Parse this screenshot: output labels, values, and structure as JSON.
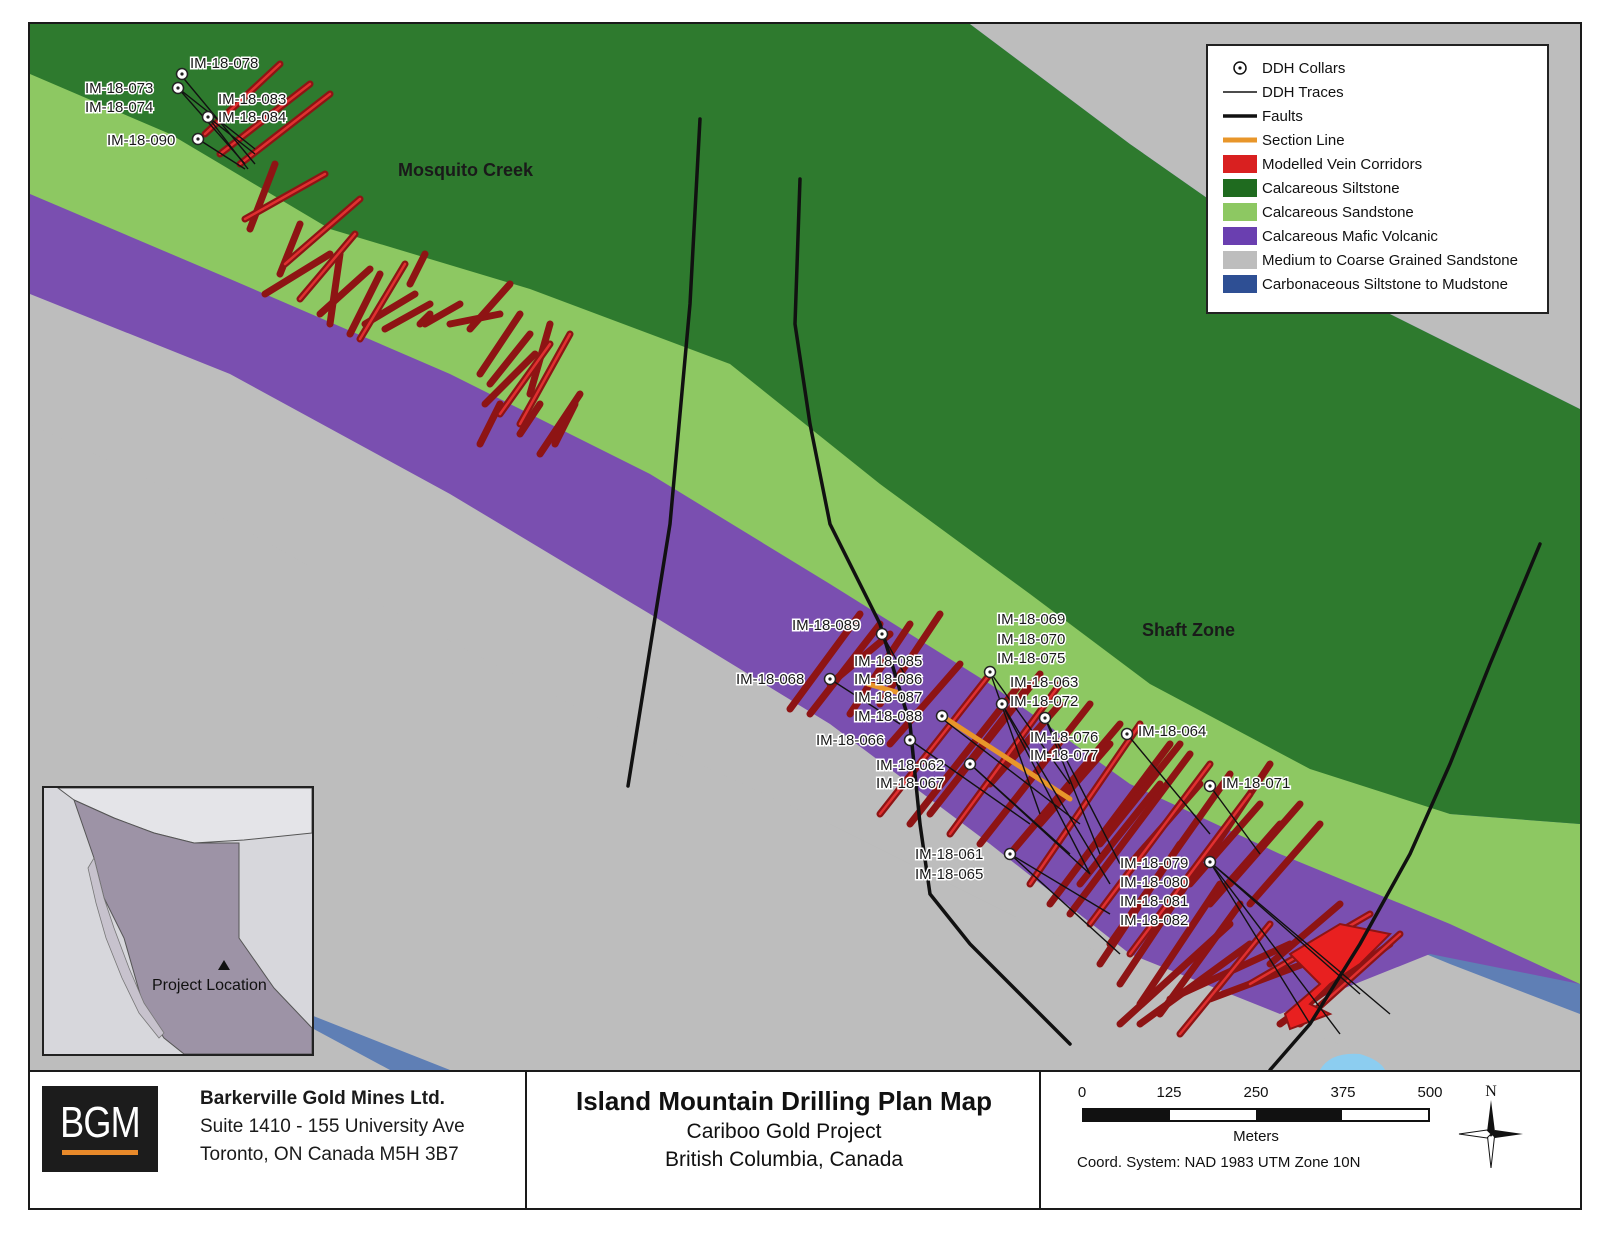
{
  "colors": {
    "calc_siltstone": "#2e7a2e",
    "calc_sandstone": "#8dc862",
    "mafic_volcanic": "#7a4fb0",
    "med_coarse_sandstone": "#bdbdbd",
    "carb_siltstone": "#5f7fb5",
    "vein": "#b01a1a",
    "vein_core": "#e03030",
    "fault": "#111111",
    "section_line": "#e8962a",
    "water": "#8ccdf0",
    "inset_bc": "#9d93a6",
    "inset_other": "#d7d7dc"
  },
  "map": {
    "area_labels": {
      "mosquito_creek": "Mosquito Creek",
      "shaft_zone": "Shaft Zone"
    },
    "collar_labels": [
      "IM-18-078",
      "IM-18-073",
      "IM-18-074",
      "IM-18-083",
      "IM-18-084",
      "IM-18-090",
      "IM-18-089",
      "IM-18-068",
      "IM-18-085",
      "IM-18-086",
      "IM-18-087",
      "IM-18-088",
      "IM-18-066",
      "IM-18-062",
      "IM-18-067",
      "IM-18-069",
      "IM-18-070",
      "IM-18-075",
      "IM-18-063",
      "IM-18-072",
      "IM-18-076",
      "IM-18-077",
      "IM-18-064",
      "IM-18-071",
      "IM-18-061",
      "IM-18-065",
      "IM-18-079",
      "IM-18-080",
      "IM-18-081",
      "IM-18-082"
    ]
  },
  "legend": {
    "items": [
      {
        "label": "DDH Collars",
        "symbol": "collar"
      },
      {
        "label": "DDH Traces",
        "symbol": "thin-line"
      },
      {
        "label": "Faults",
        "symbol": "thick-line"
      },
      {
        "label": "Section Line",
        "symbol": "orange-line"
      },
      {
        "label": "Modelled Vein Corridors",
        "symbol": "swatch",
        "color": "#d92020"
      },
      {
        "label": "Calcareous Siltstone",
        "symbol": "swatch",
        "color": "#1f6b1f"
      },
      {
        "label": "Calcareous Sandstone",
        "symbol": "swatch",
        "color": "#8dc862"
      },
      {
        "label": "Calcareous Mafic Volcanic",
        "symbol": "swatch",
        "color": "#6a3fb0"
      },
      {
        "label": "Medium to Coarse Grained Sandstone",
        "symbol": "swatch",
        "color": "#bdbdbd"
      },
      {
        "label": "Carbonaceous Siltstone to Mudstone",
        "symbol": "swatch",
        "color": "#2e4f94"
      }
    ]
  },
  "inset": {
    "label": "Project Location"
  },
  "title_block": {
    "company": {
      "logo": "BGM",
      "name": "Barkerville Gold Mines Ltd.",
      "address1": "Suite 1410 - 155 University Ave",
      "address2": "Toronto, ON Canada M5H 3B7"
    },
    "title": "Island Mountain Drilling Plan Map",
    "subtitle1": "Cariboo Gold Project",
    "subtitle2": "British Columbia, Canada",
    "scale": {
      "ticks": [
        "0",
        "125",
        "250",
        "375",
        "500"
      ],
      "units": "Meters"
    },
    "coord_system": "Coord. System: NAD 1983 UTM Zone 10N",
    "north_label": "N"
  }
}
